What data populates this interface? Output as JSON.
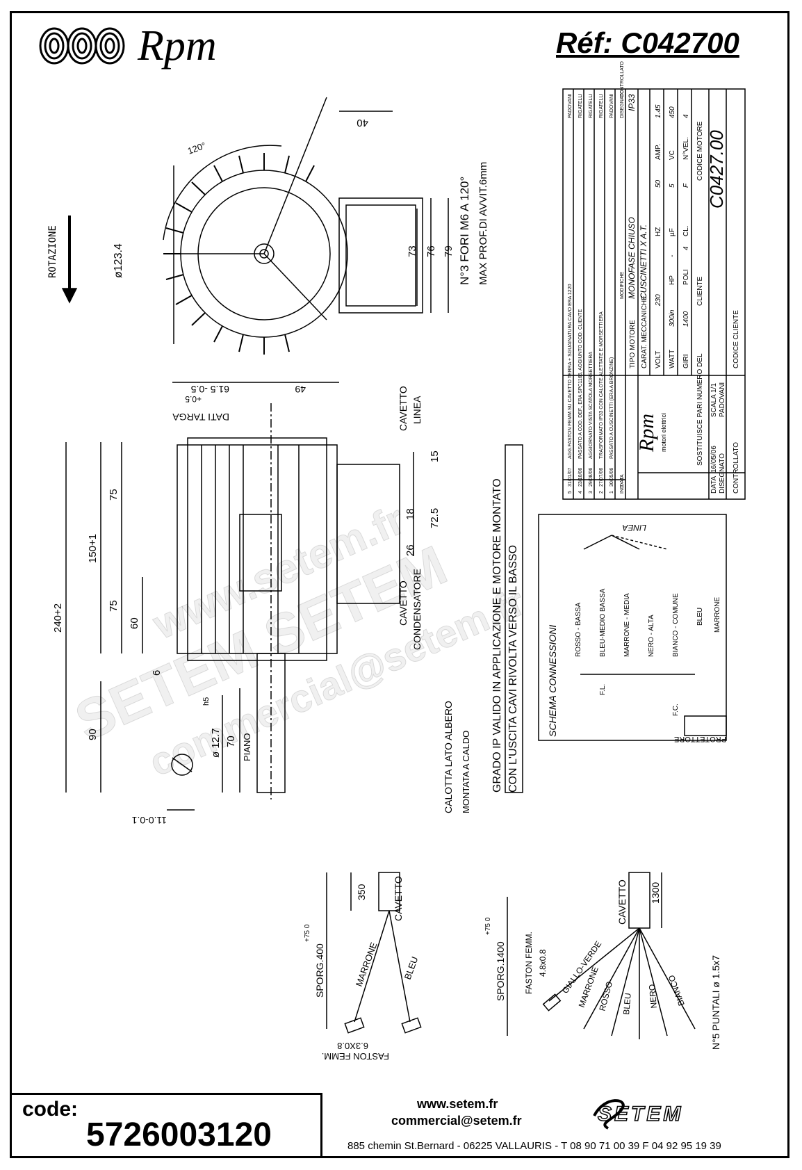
{
  "header": {
    "brand": "Rpm",
    "reference": "Réf:  C042700"
  },
  "drawing_labels": {
    "rotation": "ROTAZIONE",
    "diameter": "ø123.4",
    "holes_line1": "N°3 FORI M6 A 120°",
    "holes_line2": "MAX PROF.DI AVVIT.6mm",
    "angle": "120°",
    "dim_40": "40",
    "dim_73": "73",
    "dim_76": "76",
    "dim_79": "79",
    "dim_61_5": "61.5 -0.5",
    "dim_61_5_tol": "+0.5",
    "dim_49": "49",
    "dati_targa": "DATI TARGA",
    "cavetto_linea_1": "CAVETTO",
    "cavetto_linea_2": "LINEA",
    "cavetto_cond_1": "CAVETTO",
    "cavetto_cond_2": "CONDENSATORE",
    "dim_15": "15",
    "dim_18": "18",
    "dim_26": "26",
    "dim_72_5": "72.5",
    "dim_75a": "75",
    "dim_75b": "75",
    "dim_150": "150+1",
    "dim_240": "240+2",
    "dim_60": "60",
    "dim_6": "6",
    "dim_90": "90",
    "dim_12_7": "ø 12.7",
    "dim_12_7_tol": "h5",
    "dim_70": "70",
    "piano": "PIANO",
    "dim_11": "11.0-0.1",
    "calotta_1": "CALOTTA LATO ALBERO",
    "calotta_2": "MONTATA A CALDO",
    "grado_1": "GRADO IP VALIDO IN APPLICAZIONE E MOTORE MONTATO",
    "grado_2": "CON L'USCITA CAVI RIVOLTA VERSO IL BASSO",
    "schema": "SCHEMA CONNESSIONI",
    "linea": "LINEA",
    "protettore": "PROTETTORE",
    "wire_1": "ROSSO - BASSA",
    "wire_2": "BLEU-MEDIO BASSA",
    "wire_3": "MARRONE - MEDIA",
    "wire_4": "NERO - ALTA",
    "wire_5": "BIANCO - COMUNE",
    "wire_bleu": "BLEU",
    "wire_marrone": "MARRONE",
    "fl": "F.L.",
    "fc": "F.C."
  },
  "cable_left": {
    "dim": "350",
    "cavetto": "CAVETTO",
    "sporg": "SPORG.400",
    "sporg_tol": "+75 0",
    "marrone": "MARRONE",
    "bleu": "BLEU",
    "faston": "FASTON FEMM.",
    "faston_dim": "6.3X0.8"
  },
  "cable_right": {
    "dim": "1300",
    "cavetto": "CAVETTO",
    "sporg": "SPORG.1400",
    "sporg_tol": "+75 0",
    "faston": "FASTON FEMM.",
    "faston_dim": "4.8x0.8",
    "giallo": "GIALLO-VERDE",
    "marrone": "MARRONE",
    "rosso": "ROSSO",
    "bleu": "BLEU",
    "nero": "NERO",
    "bianco": "BIANCO",
    "puntali": "N°5 PUNTALI ø 1.5x7"
  },
  "title_block": {
    "revisions": [
      {
        "n": "5",
        "date": "31/01/07",
        "text": "AGG.FASTON FEMM.SU CAVETTO TERRA + SGUAINATURA CAVO ERA 1220",
        "by": "PADOVANI"
      },
      {
        "n": "4",
        "date": "23/10/06",
        "text": "PASSATO A COD. DEF., ERA SPC1166, AGGIUNTO COD. CLIENTE",
        "by": "RIGATELLI"
      },
      {
        "n": "3",
        "date": "29/08/06",
        "text": "AGGIORNATO VISTA SCATOLA MORSETTIERA",
        "by": "RIGATELLI"
      },
      {
        "n": "2",
        "date": "27/07/06",
        "text": "TRASFORMATO IP33 CON CALOTE ALETTATE E MORSETTIERA",
        "by": "RIGATELLI"
      },
      {
        "n": "1",
        "date": "30/05/06",
        "text": "PASSATO A CUSCINETTI (ERA A BRONZINE)",
        "by": "PADOVANI"
      }
    ],
    "col_ind": "IND",
    "col_data": "DATA",
    "col_modifiche": "MODIFICHE",
    "col_disegnato": "DISEGNATO",
    "col_controllato": "CONTROLLATO",
    "tipo_motore_label": "TIPO MOTORE",
    "tipo_motore": "MONOFASE CHIUSO",
    "ip": "IP33",
    "carat_label": "CARAT. MECCANICHE",
    "carat": "CUSCINETTI X A.T.",
    "volt_label": "VOLT",
    "volt": "230",
    "hz_label": "HZ",
    "hz": "50",
    "amp_label": "AMP.",
    "amp": "1.45",
    "watt_label": "WATT",
    "watt": "300in",
    "hp_label": "HP",
    "hp": "-",
    "uf_label": "µF",
    "uf": "5",
    "vc_label": "VC",
    "vc": "450",
    "giri_label": "GIRI",
    "giri": "1400",
    "poli_label": "POLI",
    "poli": "4",
    "cl_label": "CL.",
    "cl": "F",
    "nvel_label": "N°VEL.",
    "nvel": "4",
    "cliente_label": "CLIENTE",
    "codice_motore_label": "CODICE MOTORE",
    "codice_motore": "C0427.00",
    "codice_cliente_label": "CODICE CLIENTE",
    "brand": "Rpm",
    "brand_sub": "motori elettrici",
    "sostituisce": "SOSTITUISCE PARI NUMERO DEL",
    "sostituisce_val": "-",
    "data_label": "DATA",
    "data_val": "16/05/06",
    "scala_label": "SCALA",
    "scala_val": "1/1",
    "disegnato_label": "DISEGNATO",
    "disegnato_val": "PADOVANI",
    "controllato_label": "CONTROLLATO"
  },
  "watermark": {
    "line1": "www.setem.fr",
    "line2": "SETEM  SETEM",
    "line3": "commercial@setem.fr"
  },
  "footer": {
    "code_label": "code:",
    "code_value": "5726003120",
    "website": "www.setem.fr",
    "email": "commercial@setem.fr",
    "setem_logo": "SETEM",
    "address": "885 chemin St.Bernard  -  06225 VALLAURIS  -  T 08 90 71 00 39   F 04 92 95 19 39"
  }
}
